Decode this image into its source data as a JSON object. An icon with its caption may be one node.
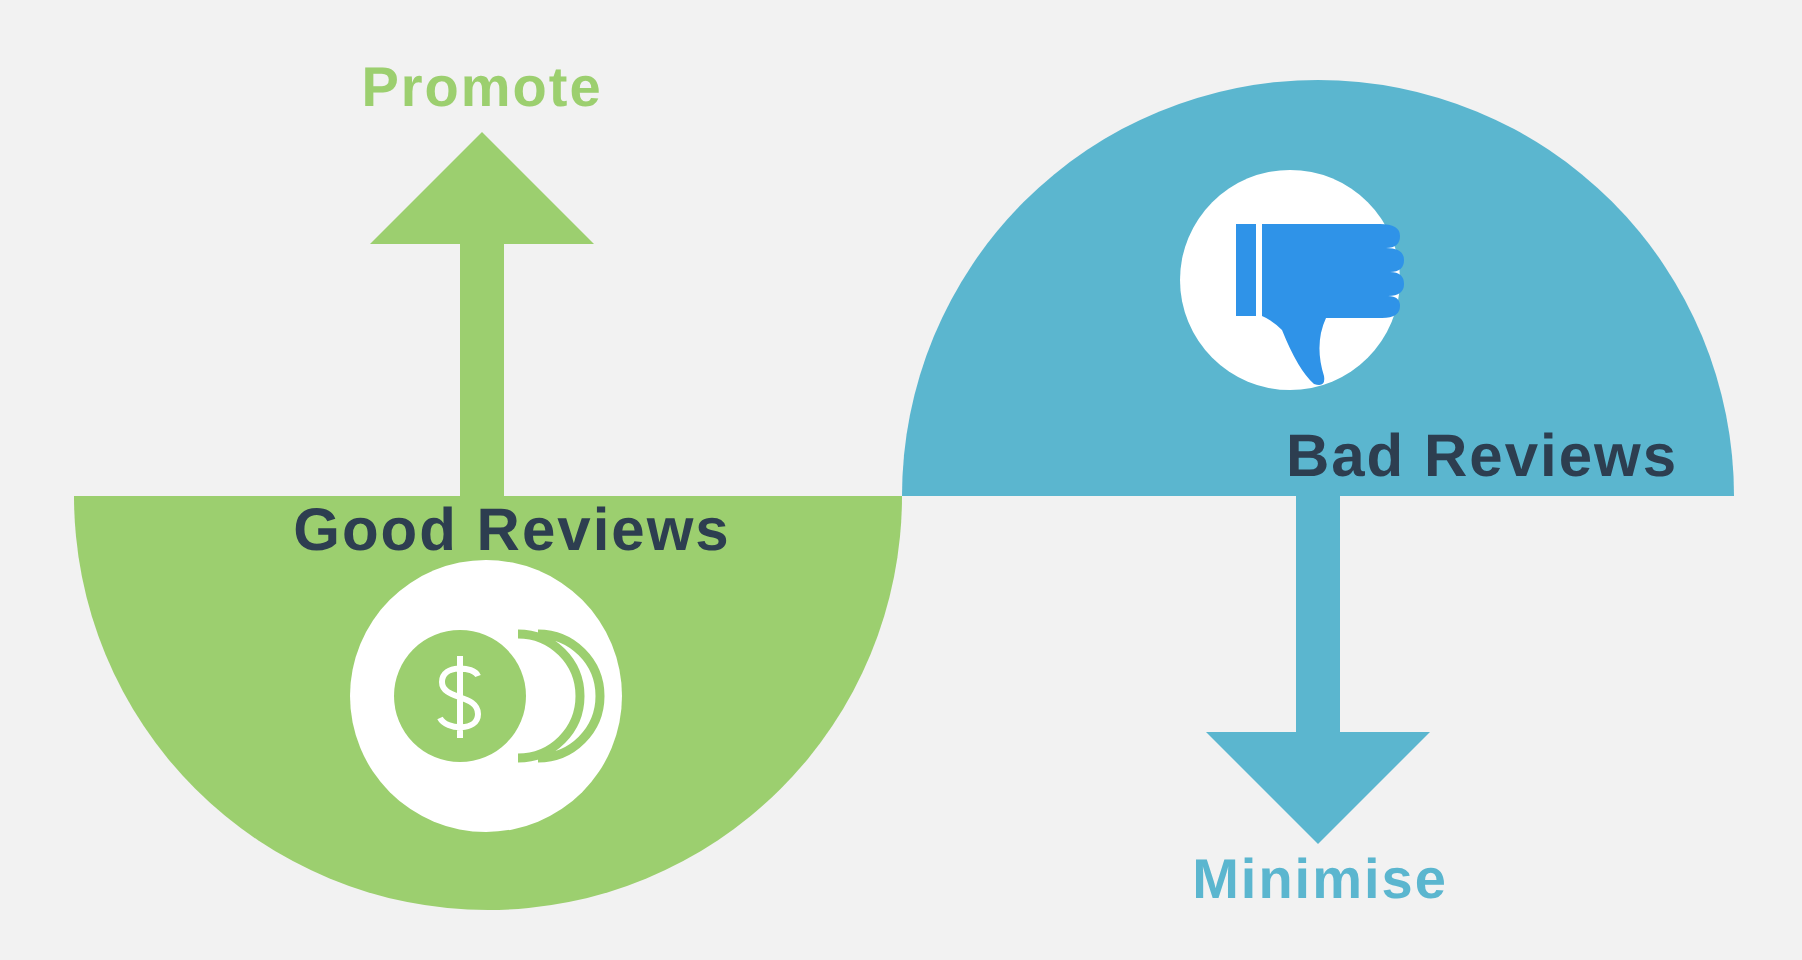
{
  "diagram": {
    "nodes": [
      {
        "text": [
          "Good Reviews"
        ]
      },
      {
        "text": [
          "Promote"
        ]
      },
      {
        "text": [
          "Bad Reviews"
        ]
      },
      {
        "text": [
          "Minimise"
        ]
      }
    ],
    "edges": [
      {
        "from": 0,
        "to": 1,
        "arrow": "to",
        "color": "#9ccf6f"
      },
      {
        "from": 2,
        "to": 3,
        "arrow": "to",
        "color": "#5bb6cf"
      }
    ]
  }
}
